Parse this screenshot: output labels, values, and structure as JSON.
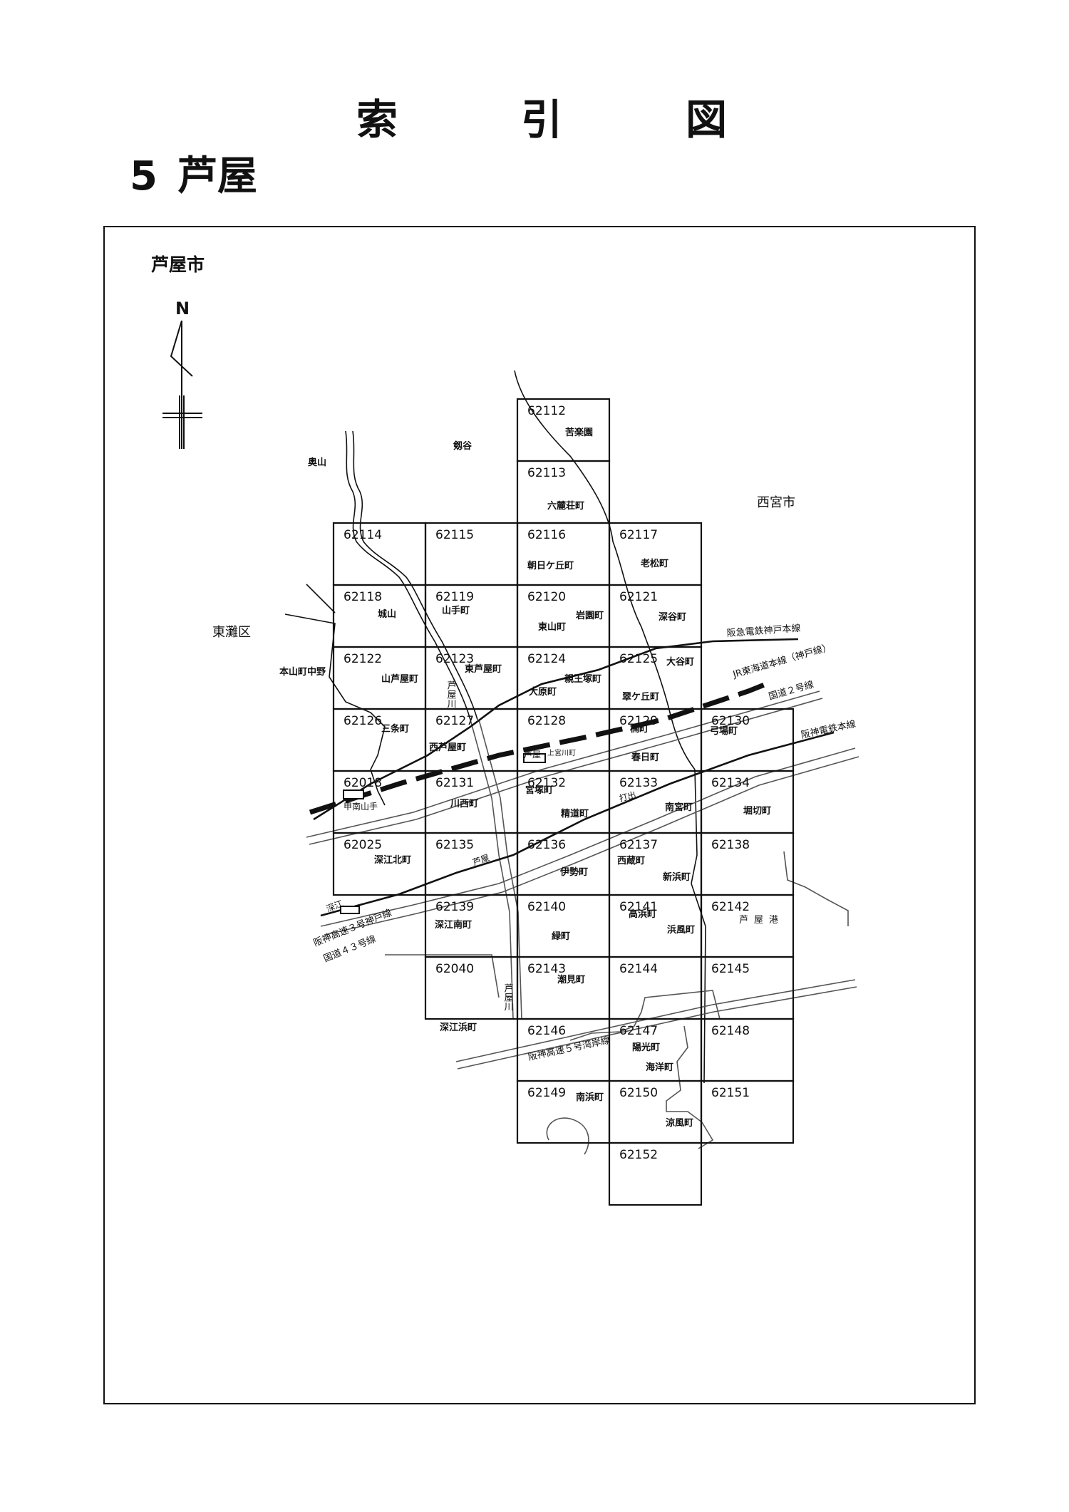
{
  "header": {
    "title_chars": [
      "索",
      "引",
      "図"
    ],
    "section_number": "5",
    "section_name": "芦屋"
  },
  "map": {
    "city_label": "芦屋市",
    "north_label": "N",
    "grid_cells": [
      {
        "id": "62112",
        "col": 4,
        "row": 0
      },
      {
        "id": "62113",
        "col": 4,
        "row": 1
      },
      {
        "id": "62114",
        "col": 2,
        "row": 2
      },
      {
        "id": "62115",
        "col": 3,
        "row": 2
      },
      {
        "id": "62116",
        "col": 4,
        "row": 2
      },
      {
        "id": "62117",
        "col": 5,
        "row": 2
      },
      {
        "id": "62118",
        "col": 2,
        "row": 3
      },
      {
        "id": "62119",
        "col": 3,
        "row": 3
      },
      {
        "id": "62120",
        "col": 4,
        "row": 3
      },
      {
        "id": "62121",
        "col": 5,
        "row": 3
      },
      {
        "id": "62122",
        "col": 2,
        "row": 4
      },
      {
        "id": "62123",
        "col": 3,
        "row": 4
      },
      {
        "id": "62124",
        "col": 4,
        "row": 4
      },
      {
        "id": "62125",
        "col": 5,
        "row": 4
      },
      {
        "id": "62126",
        "col": 2,
        "row": 5
      },
      {
        "id": "62127",
        "col": 3,
        "row": 5
      },
      {
        "id": "62128",
        "col": 4,
        "row": 5
      },
      {
        "id": "62129",
        "col": 5,
        "row": 5
      },
      {
        "id": "62130",
        "col": 6,
        "row": 5
      },
      {
        "id": "62018",
        "col": 2,
        "row": 6
      },
      {
        "id": "62131",
        "col": 3,
        "row": 6
      },
      {
        "id": "62132",
        "col": 4,
        "row": 6
      },
      {
        "id": "62133",
        "col": 5,
        "row": 6
      },
      {
        "id": "62134",
        "col": 6,
        "row": 6
      },
      {
        "id": "62025",
        "col": 2,
        "row": 7
      },
      {
        "id": "62135",
        "col": 3,
        "row": 7
      },
      {
        "id": "62136",
        "col": 4,
        "row": 7
      },
      {
        "id": "62137",
        "col": 5,
        "row": 7
      },
      {
        "id": "62138",
        "col": 6,
        "row": 7
      },
      {
        "id": "62139",
        "col": 3,
        "row": 8
      },
      {
        "id": "62140",
        "col": 4,
        "row": 8
      },
      {
        "id": "62141",
        "col": 5,
        "row": 8
      },
      {
        "id": "62142",
        "col": 6,
        "row": 8
      },
      {
        "id": "62040",
        "col": 3,
        "row": 9
      },
      {
        "id": "62143",
        "col": 4,
        "row": 9
      },
      {
        "id": "62144",
        "col": 5,
        "row": 9
      },
      {
        "id": "62145",
        "col": 6,
        "row": 9
      },
      {
        "id": "62146",
        "col": 4,
        "row": 10
      },
      {
        "id": "62147",
        "col": 5,
        "row": 10
      },
      {
        "id": "62148",
        "col": 6,
        "row": 10
      },
      {
        "id": "62149",
        "col": 4,
        "row": 11
      },
      {
        "id": "62150",
        "col": 5,
        "row": 11
      },
      {
        "id": "62151",
        "col": 6,
        "row": 11
      },
      {
        "id": "62152",
        "col": 5,
        "row": 12
      }
    ],
    "place_labels": [
      {
        "text": "苦楽園",
        "key": "kurakuen"
      },
      {
        "text": "六麓荘町",
        "key": "rokurokuso"
      },
      {
        "text": "朝日ケ丘町",
        "key": "asahigaoka"
      },
      {
        "text": "老松町",
        "key": "oimatsu"
      },
      {
        "text": "城山",
        "key": "shiroyama"
      },
      {
        "text": "山手町",
        "key": "yamate"
      },
      {
        "text": "岩園町",
        "key": "iwazono"
      },
      {
        "text": "東山町",
        "key": "higashiyama"
      },
      {
        "text": "深谷町",
        "key": "fukaya"
      },
      {
        "text": "山芦屋町",
        "key": "yamaashiya"
      },
      {
        "text": "東芦屋町",
        "key": "higashiashiya"
      },
      {
        "text": "親王塚町",
        "key": "shinnozuka"
      },
      {
        "text": "大原町",
        "key": "ohara"
      },
      {
        "text": "大谷町",
        "key": "otani"
      },
      {
        "text": "翠ケ丘町",
        "key": "midorigaoka"
      },
      {
        "text": "三条町",
        "key": "sanjo"
      },
      {
        "text": "西芦屋町",
        "key": "nishiashiya"
      },
      {
        "text": "楠町",
        "key": "kusunoki"
      },
      {
        "text": "弓場町",
        "key": "yuba"
      },
      {
        "text": "春日町",
        "key": "kasuga"
      },
      {
        "text": "川西町",
        "key": "kawanishi"
      },
      {
        "text": "宮塚町",
        "key": "miyatsuka"
      },
      {
        "text": "精道町",
        "key": "seido"
      },
      {
        "text": "南宮町",
        "key": "minamimiya"
      },
      {
        "text": "堀切町",
        "key": "horikiri"
      },
      {
        "text": "深江北町",
        "key": "fukaekita"
      },
      {
        "text": "伊勢町",
        "key": "ise"
      },
      {
        "text": "西蔵町",
        "key": "nishikura"
      },
      {
        "text": "新浜町",
        "key": "shinhama"
      },
      {
        "text": "深江南町",
        "key": "fukaeminami"
      },
      {
        "text": "緑町",
        "key": "midori"
      },
      {
        "text": "高浜町",
        "key": "takahama"
      },
      {
        "text": "浜風町",
        "key": "hamakaze"
      },
      {
        "text": "潮見町",
        "key": "shiomi"
      },
      {
        "text": "深江浜町",
        "key": "fukaehama"
      },
      {
        "text": "陽光町",
        "key": "yoko"
      },
      {
        "text": "海洋町",
        "key": "kaiyo"
      },
      {
        "text": "南浜町",
        "key": "minamihama"
      },
      {
        "text": "涼風町",
        "key": "suzukaze"
      },
      {
        "text": "奥山",
        "key": "okuyama"
      },
      {
        "text": "剱谷",
        "key": "tsurugidani"
      },
      {
        "text": "西宮市",
        "key": "nishinomiya"
      },
      {
        "text": "東灘区",
        "key": "higashinada"
      },
      {
        "text": "本山町中野",
        "key": "motoyama"
      }
    ],
    "line_labels": {
      "hankyu": "阪急電鉄神戸本線",
      "jr": "JR東海道本線（神戸線）",
      "route2": "国道２号線",
      "hanshin": "阪神電鉄本線",
      "expressway3": "阪神高速３号神戸線",
      "route43": "国道４３号線",
      "expressway5": "阪神高速５号湾岸線"
    },
    "station_labels": {
      "konan_yamate": "甲南山手",
      "ashiya_jr": "芦屋",
      "kamimiyagawa": "上宮川町",
      "uchide": "打出",
      "ashiya_hanshin": "芦屋",
      "fukae": "深江"
    },
    "feature_labels": {
      "ashiya_river_1": "芦屋川",
      "ashiya_river_2": "芦屋川",
      "ashiya_port": "芦屋港"
    },
    "colors": {
      "line": "#111111",
      "gray": "#555555",
      "background": "#ffffff"
    }
  }
}
